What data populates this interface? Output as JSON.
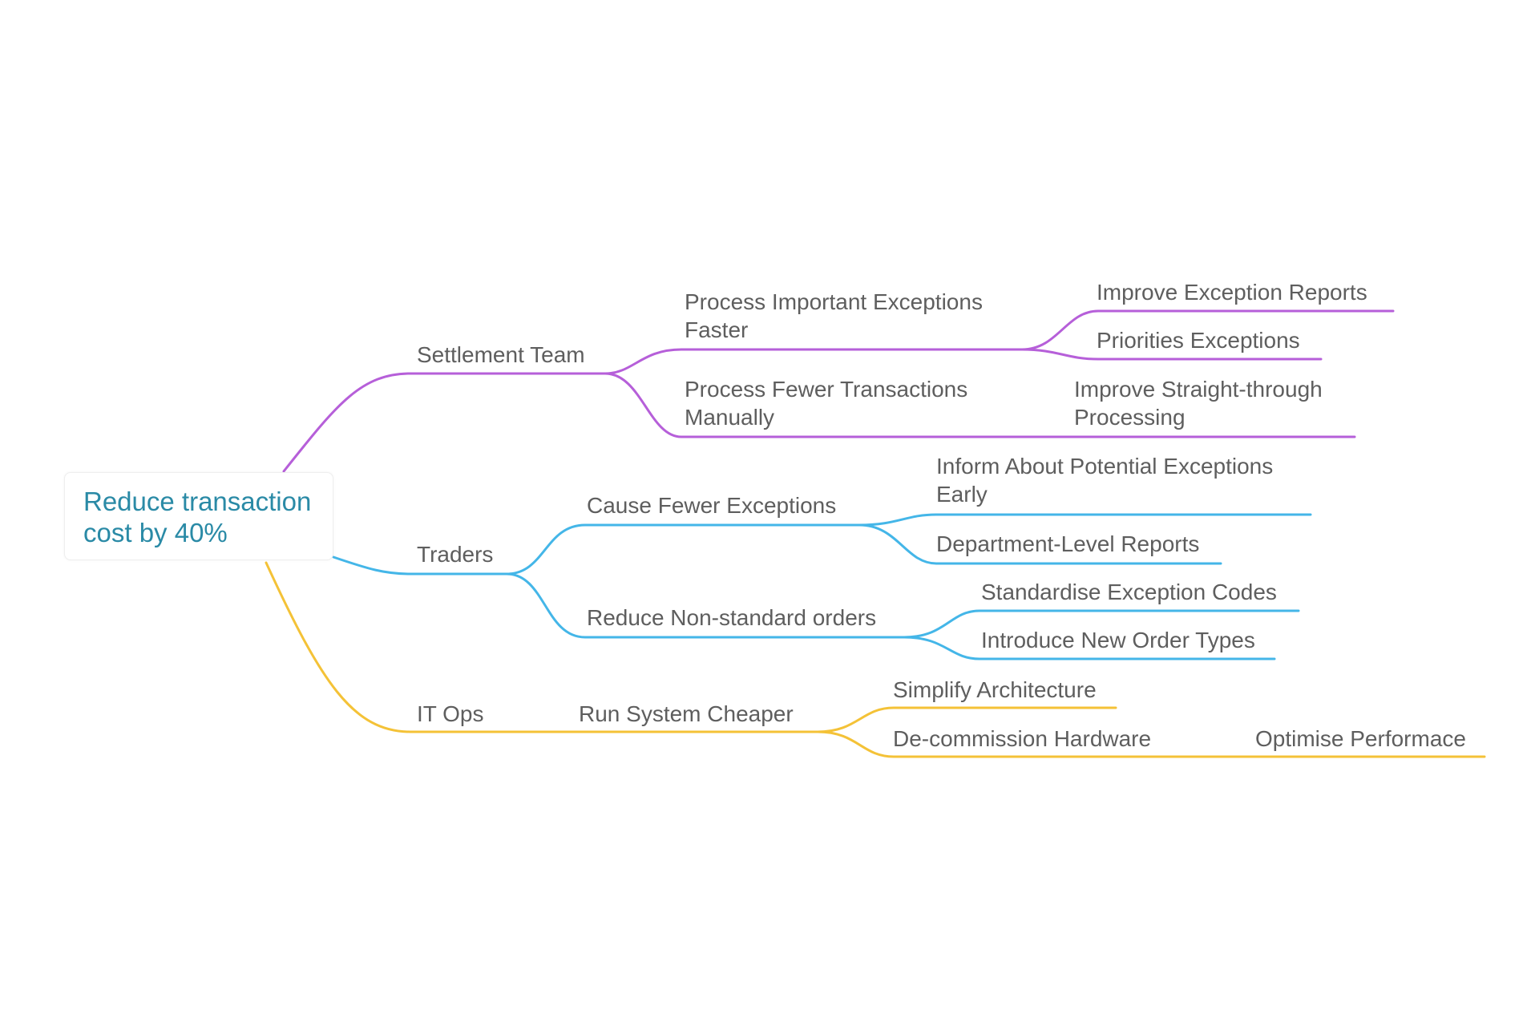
{
  "mindmap": {
    "root": {
      "line1": "Reduce transaction",
      "line2": "cost by 40%"
    },
    "colors": {
      "settlement": "#b65fd9",
      "traders": "#44b6e8",
      "itops": "#f4c237",
      "text": "#5e5e5e",
      "root_text": "#2a8aa6"
    },
    "branches": {
      "settlement": {
        "label": "Settlement Team",
        "children": {
          "important": {
            "line1": "Process Important Exceptions",
            "line2": "Faster",
            "children": {
              "reports": "Improve Exception Reports",
              "priorities": "Priorities Exceptions"
            }
          },
          "fewer": {
            "line1": "Process Fewer Transactions",
            "line2": "Manually",
            "children": {
              "stp_line1": "Improve Straight-through",
              "stp_line2": "Processing"
            }
          }
        }
      },
      "traders": {
        "label": "Traders",
        "children": {
          "cause": {
            "label": "Cause Fewer Exceptions",
            "children": {
              "inform_line1": "Inform About Potential Exceptions",
              "inform_line2": "Early",
              "dept": "Department-Level Reports"
            }
          },
          "reduce": {
            "label": "Reduce Non-standard orders",
            "children": {
              "standardise": "Standardise Exception Codes",
              "introduce": "Introduce New Order Types"
            }
          }
        }
      },
      "itops": {
        "label": "IT Ops",
        "children": {
          "run": {
            "label": "Run System Cheaper",
            "children": {
              "simplify": "Simplify Architecture",
              "decommission": "De-commission Hardware",
              "optimise": "Optimise Performace"
            }
          }
        }
      }
    }
  }
}
